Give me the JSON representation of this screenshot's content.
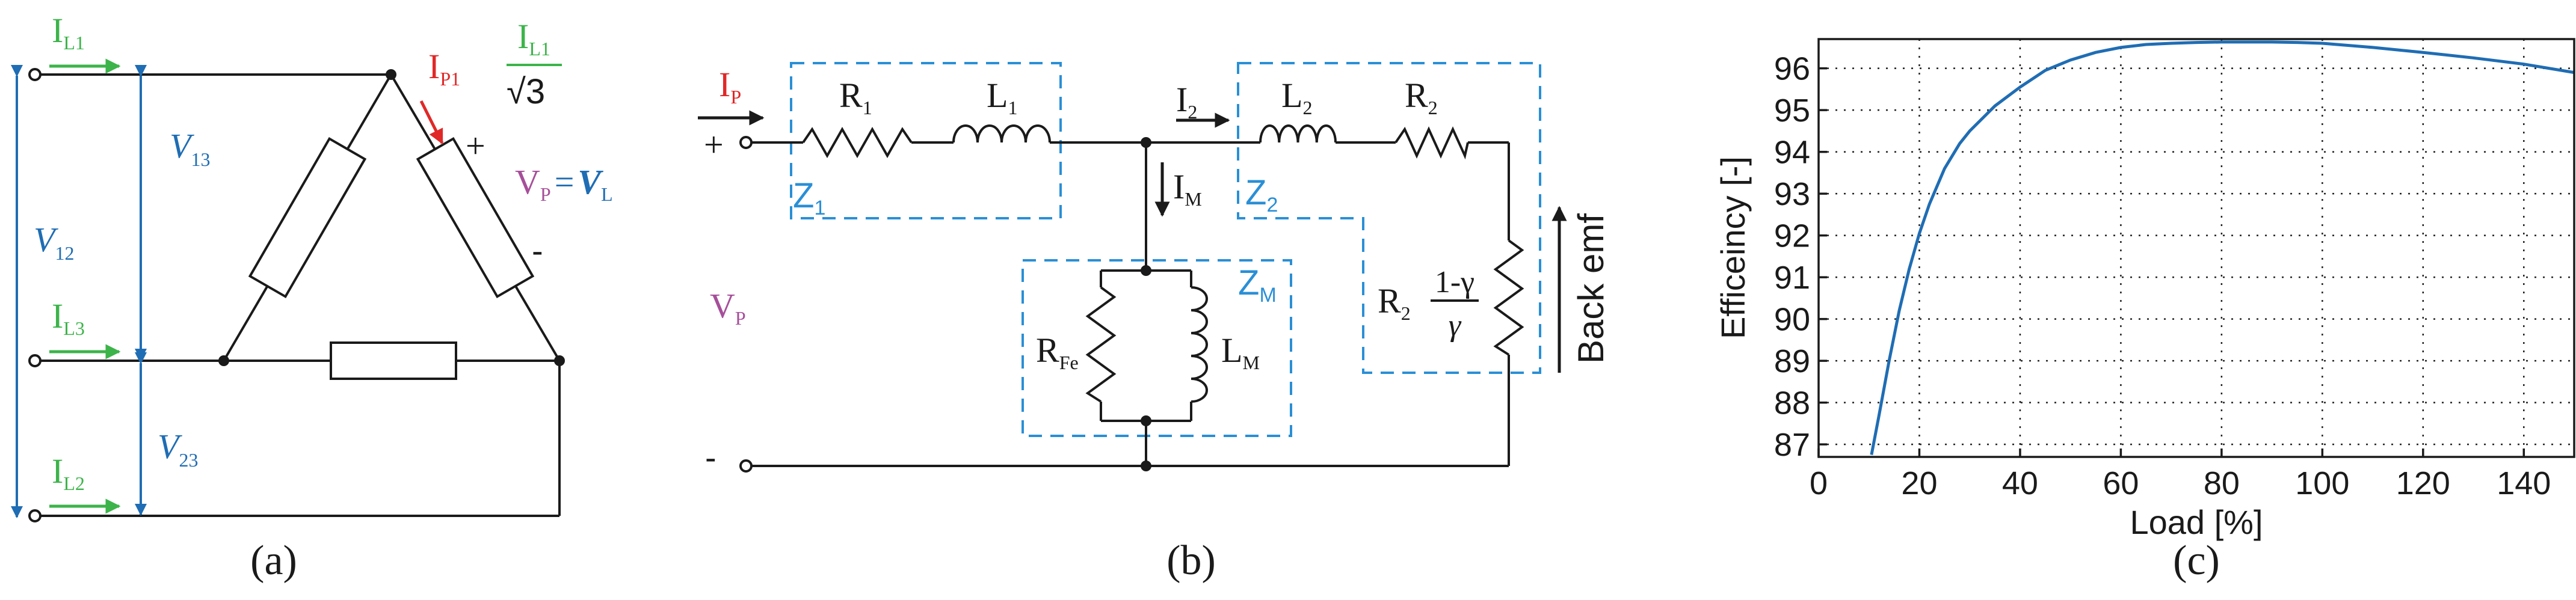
{
  "colors": {
    "green": "#3cb44a",
    "blue": "#1f6db4",
    "red": "#e02828",
    "purple": "#a64f9a",
    "dashed": "#2a8fd6",
    "curve": "#1f6db4"
  },
  "panel_a": {
    "caption": "(a)",
    "i_l1": {
      "main": "I",
      "sub": "L1"
    },
    "i_l3": {
      "main": "I",
      "sub": "L3"
    },
    "i_l2": {
      "main": "I",
      "sub": "L2"
    },
    "v13": {
      "main": "V",
      "sub": "13"
    },
    "v12": {
      "main": "V",
      "sub": "12"
    },
    "v23": {
      "main": "V",
      "sub": "23"
    },
    "i_p1": {
      "main": "I",
      "sub": "P1"
    },
    "frac_num": {
      "main": "I",
      "sub": "L1"
    },
    "frac_den": "√3",
    "vp": {
      "main": "V",
      "sub": "P"
    },
    "eq": "=",
    "vl": {
      "main": "V",
      "sub": "L"
    },
    "plus": "+",
    "minus": "-"
  },
  "panel_b": {
    "caption": "(b)",
    "ip": {
      "main": "I",
      "sub": "P"
    },
    "plus": "+",
    "minus": "-",
    "vp": {
      "main": "V",
      "sub": "P"
    },
    "r1": {
      "main": "R",
      "sub": "1"
    },
    "l1": {
      "main": "L",
      "sub": "1"
    },
    "l2": {
      "main": "L",
      "sub": "2"
    },
    "r2": {
      "main": "R",
      "sub": "2"
    },
    "i2": {
      "main": "I",
      "sub": "2"
    },
    "im": {
      "main": "I",
      "sub": "M"
    },
    "z1": {
      "main": "Z",
      "sub": "1"
    },
    "z2": {
      "main": "Z",
      "sub": "2"
    },
    "zm": {
      "main": "Z",
      "sub": "M"
    },
    "rfe": {
      "main": "R",
      "sub": "Fe"
    },
    "lm": {
      "main": "L",
      "sub": "M"
    },
    "r2load": {
      "main": "R",
      "sub": "2"
    },
    "frac_num": "1-γ",
    "frac_den": "γ",
    "back_emf": "Back emf"
  },
  "panel_c": {
    "caption": "(c)"
  },
  "chart_data": {
    "type": "line",
    "title": "",
    "xlabel": "Load [%]",
    "ylabel": "Efficeincy [-]",
    "xlim": [
      0,
      150
    ],
    "ylim": [
      86.7,
      96.7
    ],
    "xticks": [
      0,
      20,
      40,
      60,
      80,
      100,
      120,
      140
    ],
    "yticks": [
      87,
      88,
      89,
      90,
      91,
      92,
      93,
      94,
      95,
      96
    ],
    "grid": true,
    "series": [
      {
        "x": [
          10.5,
          12,
          14,
          16,
          18,
          20,
          22,
          25,
          28,
          30,
          35,
          40,
          45,
          50,
          55,
          60,
          65,
          70,
          75,
          80,
          85,
          90,
          95,
          100,
          110,
          120,
          130,
          140,
          150
        ],
        "y": [
          86.75,
          87.7,
          89.0,
          90.2,
          91.2,
          92.05,
          92.75,
          93.6,
          94.2,
          94.5,
          95.1,
          95.55,
          95.95,
          96.2,
          96.38,
          96.5,
          96.57,
          96.6,
          96.62,
          96.63,
          96.63,
          96.63,
          96.62,
          96.6,
          96.5,
          96.38,
          96.25,
          96.1,
          95.9
        ]
      }
    ]
  }
}
